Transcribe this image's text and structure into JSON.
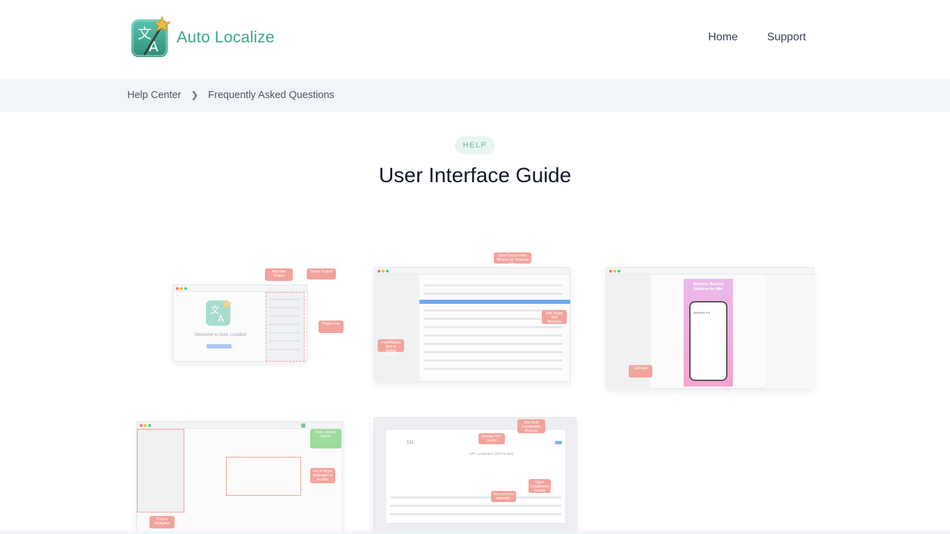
{
  "brand": {
    "name": "Auto Localize",
    "icon": "translate-wand-icon",
    "color": "#3aa88c"
  },
  "nav": {
    "home": "Home",
    "support": "Support"
  },
  "breadcrumb": {
    "item1": "Help Center",
    "item2": "Frequently Asked Questions"
  },
  "hero": {
    "badge": "HELP",
    "title": "User Interface Guide"
  },
  "shots": {
    "welcome": {
      "window_text": "Welcome to Auto Localize",
      "callouts": [
        "Add New Project",
        "Delete Project",
        "Project List"
      ]
    },
    "table": {
      "callouts": [
        "Open Source Files Window for Selected File",
        "Edit Target Text Manually",
        "Insert/Reject Item to Strings Catalog"
      ]
    },
    "canvas": {
      "banner": "Wireless Backup Solution for Mac",
      "device_label": "MacBook Pro",
      "callouts": [
        "Canvas"
      ]
    },
    "project": {
      "callouts": [
        "Auto Localize Button",
        "List of target languages to localize",
        "Project Navigator"
      ]
    },
    "gpt": {
      "callouts": [
        "Start Auto Localization Process",
        "Change GPT model",
        "Stop process manually",
        "Open Localization Results Sheet"
      ],
      "title": "GPT Localization (GPT-4o Mini)",
      "count": "531"
    }
  }
}
